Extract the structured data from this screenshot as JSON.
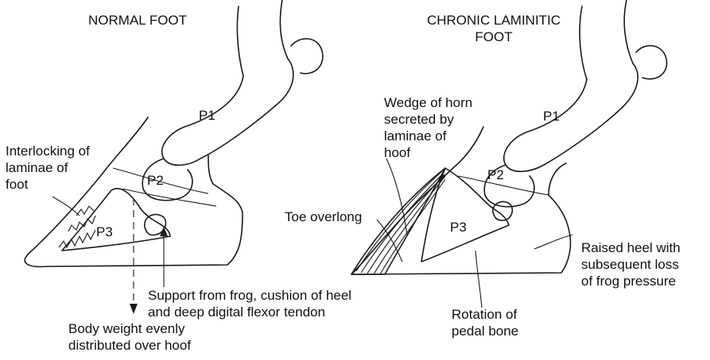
{
  "normal": {
    "title": "NORMAL FOOT",
    "bones": {
      "p1": "P1",
      "p2": "P2",
      "p3": "P3"
    },
    "labels": {
      "interlocking": "Interlocking of\nlaminae of\nfoot",
      "support": "Support from frog, cushion of heel\nand deep digital flexor tendon",
      "body_weight": "Body weight evenly\ndistributed over hoof"
    }
  },
  "laminitic": {
    "title": "CHRONIC LAMINITIC\nFOOT",
    "bones": {
      "p1": "P1",
      "p2": "P2",
      "p3": "P3"
    },
    "labels": {
      "wedge": "Wedge of horn\nsecreted by\nlaminae of\nhoof",
      "toe": "Toe overlong",
      "raised_heel": "Raised heel with\nsubsequent loss\nof frog pressure",
      "rotation": "Rotation of\npedal bone"
    }
  },
  "colors": {
    "line": "#1a1a1a",
    "background": "#ffffff"
  }
}
